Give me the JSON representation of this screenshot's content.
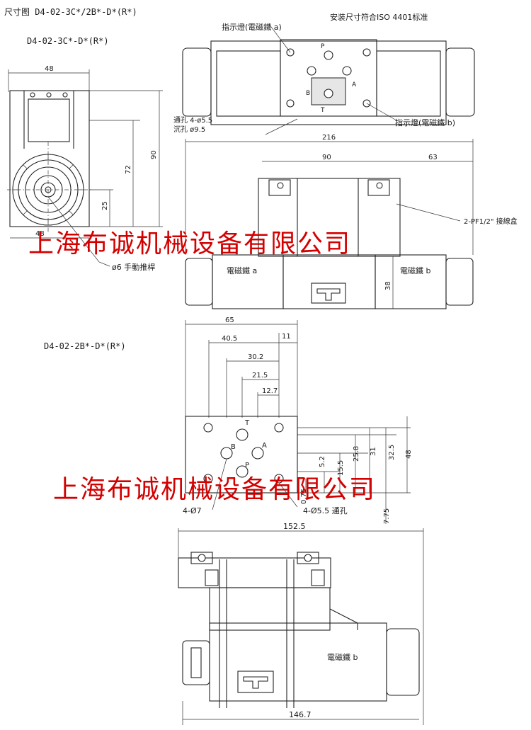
{
  "header": {
    "title": "尺寸图 D4-02-3C*/2B*-D*(R*)",
    "section_a": "D4-02-3C*-D*(R*)",
    "section_b": "D4-02-2B*-D*(R*)",
    "iso_note": "安装尺寸符合ISO 4401标准"
  },
  "callouts": {
    "indicator_a": "指示燈(電磁鐵 a)",
    "indicator_b": "指示燈(電磁鐵 b)",
    "through_hole": "通孔 4-ø5.5",
    "counterbore": "沉孔 ø9.5",
    "junction_box": "2-PF1/2\" 接線盒",
    "manual_pin": "ø6 手動推桿",
    "solenoid_a": "電磁鐵 a",
    "solenoid_b": "電磁鐵 b",
    "solenoid_b2": "電磁鐵 b",
    "ports_p": "P",
    "ports_a": "A",
    "ports_b": "B",
    "ports_t": "T",
    "ports_p2": "P",
    "ports_a2": "A",
    "ports_b2": "B",
    "ports_t2": "T",
    "holes_7": "4-Ø7",
    "holes_55": "4-Ø5.5 通孔"
  },
  "dims": {
    "side_width_top": "48",
    "side_width_bottom": "48",
    "side_h90": "90",
    "side_h72": "72",
    "side_h25": "25",
    "total_216": "216",
    "dim_90": "90",
    "dim_63": "63",
    "dim_38": "38",
    "base_65": "65",
    "base_40_5": "40.5",
    "base_11": "11",
    "base_30_2": "30.2",
    "base_21_5": "21.5",
    "base_12_7": "12.7",
    "v_0_75": "0.75",
    "v_5_2": "5.2",
    "v_15_5": "15.5",
    "v_25_8": "25.8",
    "v_31": "31",
    "v_32_5": "32.5",
    "v_48": "48",
    "v_7_75": "7.75",
    "len_152_5": "152.5",
    "len_146_7": "146.7"
  },
  "watermark": {
    "line1": "上海布诚机械设备有限公司",
    "line2": "上海布诚机械设备有限公司"
  }
}
